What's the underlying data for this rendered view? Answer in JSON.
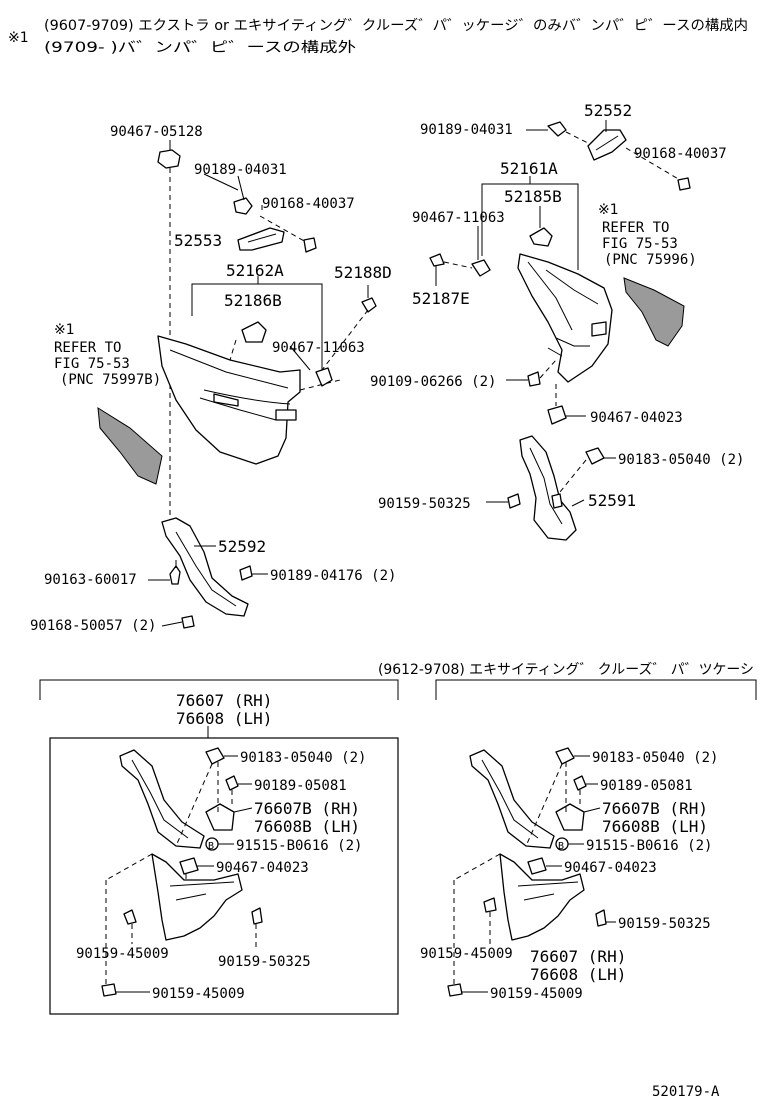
{
  "header": {
    "mark": "※1",
    "line1": "(9607-9709) エクストラ or エキサイティング゛クルーズ゛パ゛ッケージ゛のみバ゛ンパ゛ピ゛ースの構成内",
    "line2": "(9709-     )バ゛ンパ゛ピ゛ースの構成外"
  },
  "upper_left": {
    "p_90467_05128": "90467-05128",
    "p_90189_04031": "90189-04031",
    "p_90168_40037": "90168-40037",
    "p_52553": "52553",
    "p_52162A": "52162A",
    "p_52188D": "52188D",
    "p_52186B": "52186B",
    "p_90467_11063": "90467-11063",
    "ref_mark": "※1",
    "ref_line1": "REFER TO",
    "ref_line2": "FIG 75-53",
    "ref_line3": "(PNC 75997B)",
    "p_52592": "52592",
    "p_90163_60017": "90163-60017",
    "p_90189_04176": "90189-04176 (2)",
    "p_90168_50057": "90168-50057 (2)"
  },
  "upper_right": {
    "p_90189_04031": "90189-04031",
    "p_52552": "52552",
    "p_90168_40037": "90168-40037",
    "p_52161A": "52161A",
    "p_52185B": "52185B",
    "p_90467_11063": "90467-11063",
    "p_52187E": "52187E",
    "ref_mark": "※1",
    "ref_line1": "REFER TO",
    "ref_line2": "FIG 75-53",
    "ref_line3": "(PNC 75996)",
    "p_90109_06266": "90109-06266 (2)",
    "p_90467_04023": "90467-04023",
    "p_90183_05040": "90183-05040 (2)",
    "p_90159_50325": "90159-50325",
    "p_52591": "52591"
  },
  "lower": {
    "note": "(9612-9708)  エキサイティング゛ クルーズ゛ パ゛ツケーシ",
    "assy_rh": "76607 (RH)",
    "assy_lh": "76608 (LH)",
    "left": {
      "p_90183_05040": "90183-05040 (2)",
      "p_90189_05081": "90189-05081",
      "p_76607B": "76607B (RH)",
      "p_76608B": "76608B (LH)",
      "b_mark": "B",
      "p_91515": "91515-B0616 (2)",
      "p_90467_04023": "90467-04023",
      "p_90159_45009a": "90159-45009",
      "p_90159_50325": "90159-50325",
      "p_90159_45009b": "90159-45009"
    },
    "right": {
      "p_90183_05040": "90183-05040 (2)",
      "p_90189_05081": "90189-05081",
      "p_76607B": "76607B (RH)",
      "p_76608B": "76608B (LH)",
      "b_mark": "B",
      "p_91515": "91515-B0616 (2)",
      "p_90467_04023": "90467-04023",
      "p_90159_50325": "90159-50325",
      "p_90159_45009a": "90159-45009",
      "assy_rh": "76607 (RH)",
      "assy_lh": "76608 (LH)",
      "p_90159_45009b": "90159-45009"
    }
  },
  "footer": {
    "fig_code": "520179-A"
  }
}
